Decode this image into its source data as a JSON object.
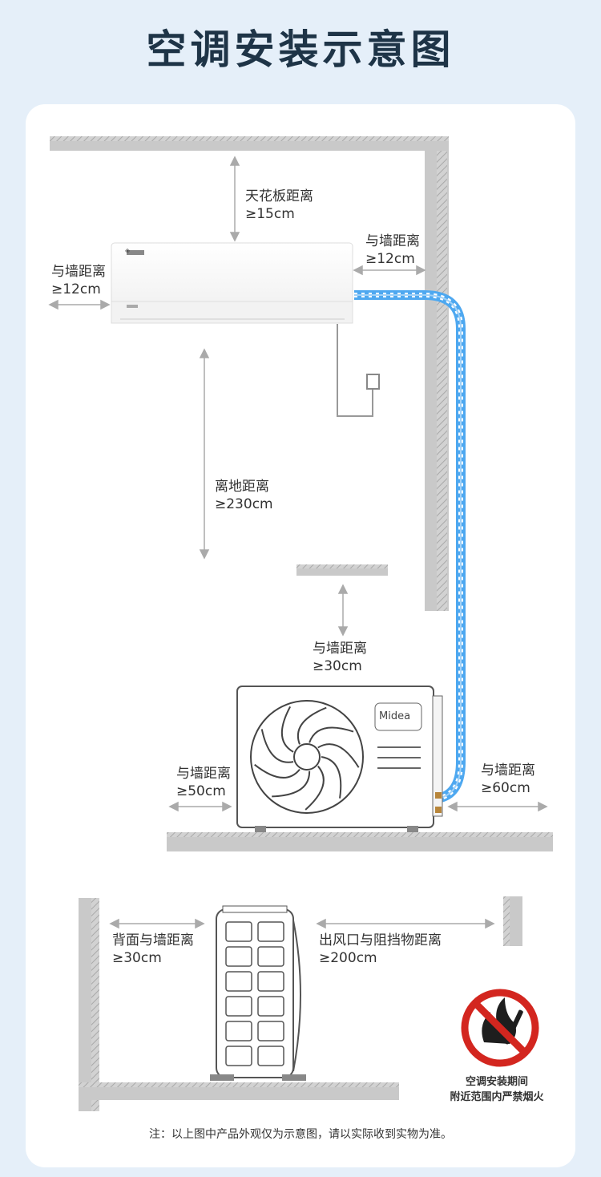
{
  "title": "空调安装示意图",
  "labels": {
    "ceiling": {
      "name": "天花板距离",
      "value": "≥15cm"
    },
    "indoor_left": {
      "name": "与墙距离",
      "value": "≥12cm"
    },
    "indoor_right": {
      "name": "与墙距离",
      "value": "≥12cm"
    },
    "floor": {
      "name": "离地距离",
      "value": "≥230cm"
    },
    "outdoor_top": {
      "name": "与墙距离",
      "value": "≥30cm"
    },
    "outdoor_left": {
      "name": "与墙距离",
      "value": "≥50cm"
    },
    "outdoor_right": {
      "name": "与墙距离",
      "value": "≥60cm"
    },
    "back": {
      "name": "背面与墙距离",
      "value": "≥30cm"
    },
    "outlet": {
      "name": "出风口与阻挡物距离",
      "value": "≥200cm"
    }
  },
  "warning": {
    "line1": "空调安装期间",
    "line2": "附近范围内严禁烟火"
  },
  "note": "注：以上图中产品外观仅为示意图，请以实际收到实物为准。",
  "brand": {
    "outdoor": "Midea"
  },
  "icons": [
    "no-fire-icon",
    "fan-icon"
  ],
  "colors": {
    "wall": "#c9c9c9",
    "pipe": "#4ea8f0",
    "title": "#1e3447",
    "warning_red": "#d3261f",
    "background": "#e5eff9"
  }
}
